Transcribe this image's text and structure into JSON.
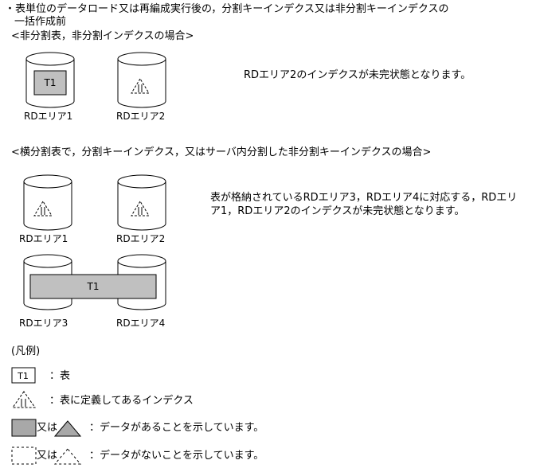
{
  "header": {
    "line1": "・表単位のデータロード又は再編成実行後の，分割キーインデクス又は非分割キーインデクスの",
    "line2": "一括作成前"
  },
  "section1": {
    "title": "<非分割表，非分割インデクスの場合>",
    "db1_label": "RDエリア1",
    "db2_label": "RDエリア2",
    "table_label": "T1",
    "note": "RDエリア2のインデクスが未完状態となります。"
  },
  "section2": {
    "title": "<横分割表で，分割キーインデクス，又はサーバ内分割した非分割キーインデクスの場合>",
    "db1_label": "RDエリア1",
    "db2_label": "RDエリア2",
    "db3_label": "RDエリア3",
    "db4_label": "RDエリア4",
    "table_label": "T1",
    "note_line1": "表が格納されているRDエリア3，RDエリア4に対応する，RDエリ",
    "note_line2": "ア1，RDエリア2のインデクスが未完状態となります。"
  },
  "legend": {
    "title": "(凡例)",
    "table_symbol": "T1",
    "table_desc": "：表",
    "index_desc": "：表に定義してあるインデクス",
    "data_or": "又は",
    "data_desc": "：データがあることを示しています。",
    "nodata_or": "又は",
    "nodata_desc": "：データがないことを示しています。"
  }
}
